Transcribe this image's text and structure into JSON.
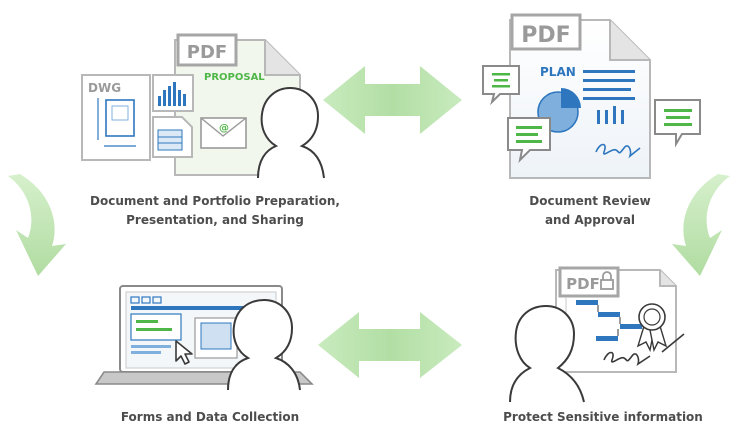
{
  "diagram": {
    "colors": {
      "arrow": "#b9e2ac",
      "green_accent": "#4fb748",
      "blue_accent": "#2e77bf",
      "silhouette_stroke": "#3a3a3a",
      "doc_border": "#b8b8b8",
      "caption_text": "#4d4d4d"
    },
    "nodes": [
      {
        "id": "preparation",
        "caption_lines": [
          "Document and Portfolio Preparation,",
          "Presentation, and Sharing"
        ],
        "icon": "document-portfolio-icon",
        "doc_badge": "PDF",
        "doc_title": "PROPOSAL",
        "side_badge": "DWG",
        "email_symbol": "@"
      },
      {
        "id": "review",
        "caption_lines": [
          "Document Review",
          "and Approval"
        ],
        "icon": "document-review-icon",
        "doc_badge": "PDF",
        "doc_title": "PLAN"
      },
      {
        "id": "forms",
        "caption_lines": [
          "Forms and Data Collection"
        ],
        "icon": "forms-laptop-icon"
      },
      {
        "id": "protect",
        "caption_lines": [
          "Protect Sensitive information"
        ],
        "icon": "protected-document-icon",
        "doc_badge": "PDF"
      }
    ],
    "connections": [
      {
        "from": "preparation",
        "to": "review",
        "style": "double-arrow"
      },
      {
        "from": "forms",
        "to": "protect",
        "style": "double-arrow"
      },
      {
        "from": "preparation",
        "to": "forms",
        "style": "curved-arrow"
      },
      {
        "from": "review",
        "to": "protect",
        "style": "curved-arrow"
      }
    ]
  }
}
